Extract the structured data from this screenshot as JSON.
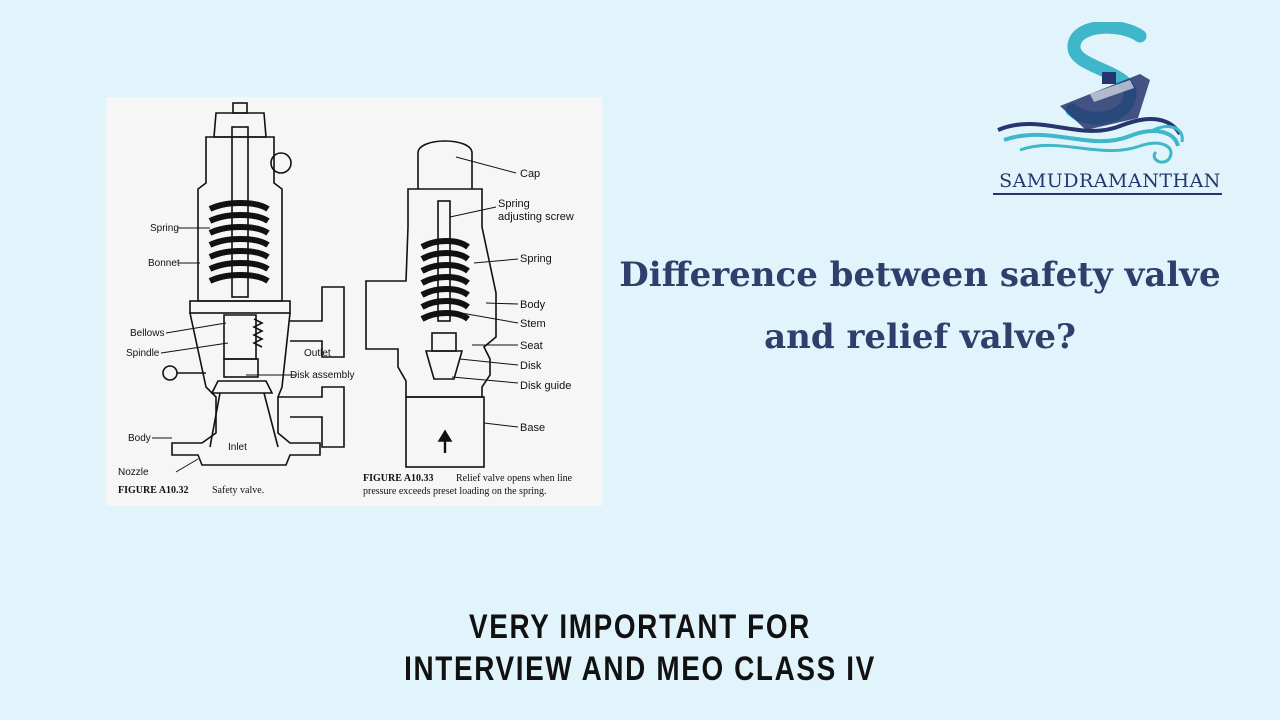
{
  "logo": {
    "brand_name": "SAMUDRAMANTHAN",
    "icon": "ship-wave-logo-icon",
    "colors": {
      "teal": "#3fb6c9",
      "navy": "#26356d"
    }
  },
  "title": {
    "line1": "Difference between safety valve",
    "line2": "and relief valve?",
    "color": "#2d3f6b"
  },
  "note": {
    "line1": "VERY IMPORTANT FOR",
    "line2": "INTERVIEW AND MEO CLASS IV"
  },
  "figure_safety": {
    "labels": {
      "spring": "Spring",
      "bonnet": "Bonnet",
      "bellows": "Bellows",
      "spindle": "Spindle",
      "outlet": "Outlet",
      "disk_assembly": "Disk assembly",
      "body": "Body",
      "inlet": "Inlet",
      "nozzle": "Nozzle"
    },
    "caption_number": "FIGURE A10.32",
    "caption_text": "Safety valve."
  },
  "figure_relief": {
    "labels": {
      "cap": "Cap",
      "spring_adjusting_1": "Spring",
      "spring_adjusting_2": "adjusting screw",
      "spring": "Spring",
      "body": "Body",
      "stem": "Stem",
      "seat": "Seat",
      "disk": "Disk",
      "disk_guide": "Disk guide",
      "base": "Base"
    },
    "caption_number": "FIGURE A10.33",
    "caption_line1": "Relief valve opens when line",
    "caption_line2": "pressure exceeds preset loading on the spring."
  }
}
